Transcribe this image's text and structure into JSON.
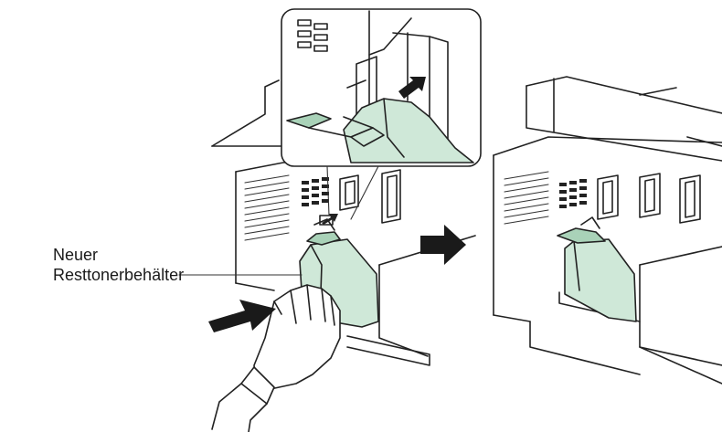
{
  "label": {
    "line1": "Neuer",
    "line2": "Resttonerbehälter"
  },
  "colors": {
    "toner": "#cfe8d8",
    "toner_dark": "#a9d2b8",
    "ink": "#222222",
    "background": "#ffffff"
  },
  "icons": {
    "step_arrow": "right-arrow",
    "push_arrow": "right-arrow",
    "insert_arrow": "up-right-arrow"
  }
}
